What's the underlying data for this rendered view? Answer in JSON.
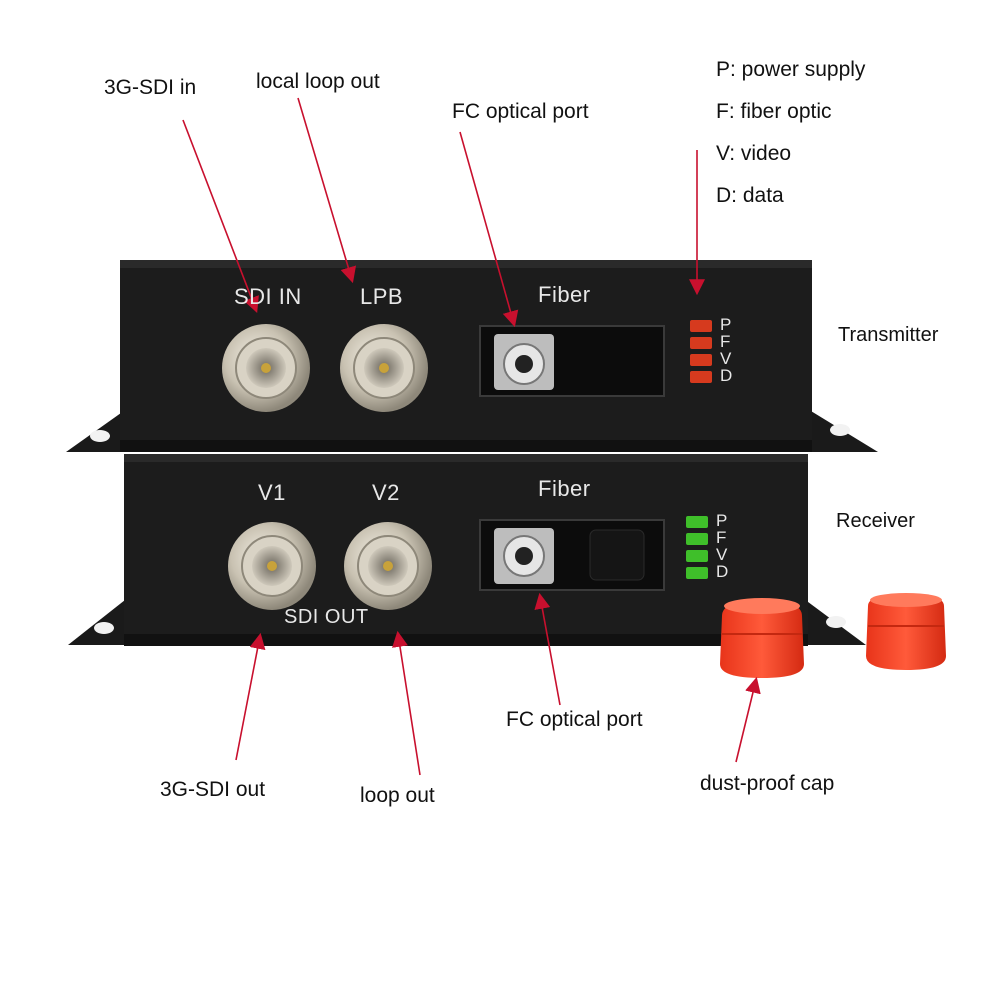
{
  "legend": {
    "items": [
      "P: power supply",
      "F: fiber optic",
      "V: video",
      "D: data"
    ]
  },
  "annotations": {
    "sdi_in": "3G-SDI in",
    "local_loop_out": "local loop out",
    "fc_port_top": "FC optical port",
    "fc_port_bottom": "FC optical port",
    "sdi_out": "3G-SDI out",
    "loop_out": "loop out",
    "dust_cap": "dust-proof cap"
  },
  "units": {
    "transmitter": "Transmitter",
    "receiver": "Receiver"
  },
  "transmitter_panel": {
    "port1": "SDI IN",
    "port2": "LPB",
    "fiber": "Fiber",
    "leds": [
      "P",
      "F",
      "V",
      "D"
    ],
    "led_color": "#d63a1e"
  },
  "receiver_panel": {
    "port1": "V1",
    "port2": "V2",
    "fiber": "Fiber",
    "group": "SDI OUT",
    "leds": [
      "P",
      "F",
      "V",
      "D"
    ],
    "led_color": "#3fbf2a"
  },
  "colors": {
    "arrow": "#c8102e",
    "case": "#1c1c1c",
    "cap": "#ff3b1f"
  }
}
